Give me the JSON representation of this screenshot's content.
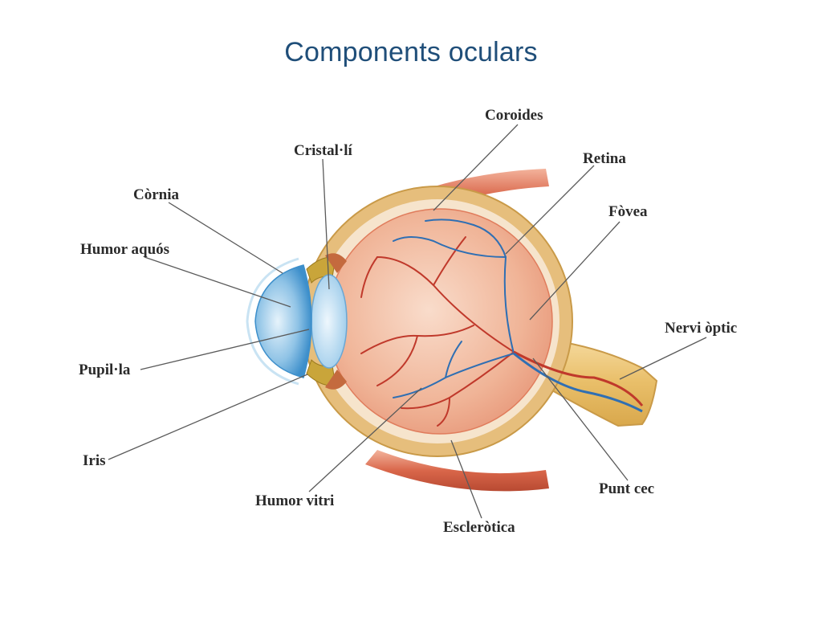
{
  "title": "Components oculars",
  "labels": {
    "cornia": "Còrnia",
    "humor_aquos": "Humor aquós",
    "pupilla": "Pupil·la",
    "iris": "Iris",
    "cristalli": "Cristal·lí",
    "humor_vitri": "Humor vitri",
    "coroides": "Coroides",
    "retina": "Retina",
    "fovea": "Fòvea",
    "nervi_optic": "Nervi òptic",
    "punt_cec": "Punt cec",
    "esclerotica": "Escleròtica"
  },
  "colors": {
    "title": "#1f4e79",
    "sclera": "#e2b774",
    "choroid_inner": "#f2dcc0",
    "vitreous": "#efb394",
    "cornea": "#7fb8e0",
    "lens": "#b8d8ef",
    "iris": "#c9a53a",
    "artery": "#c0392b",
    "vein": "#2f6fb3",
    "muscle": "#d86a4c"
  }
}
